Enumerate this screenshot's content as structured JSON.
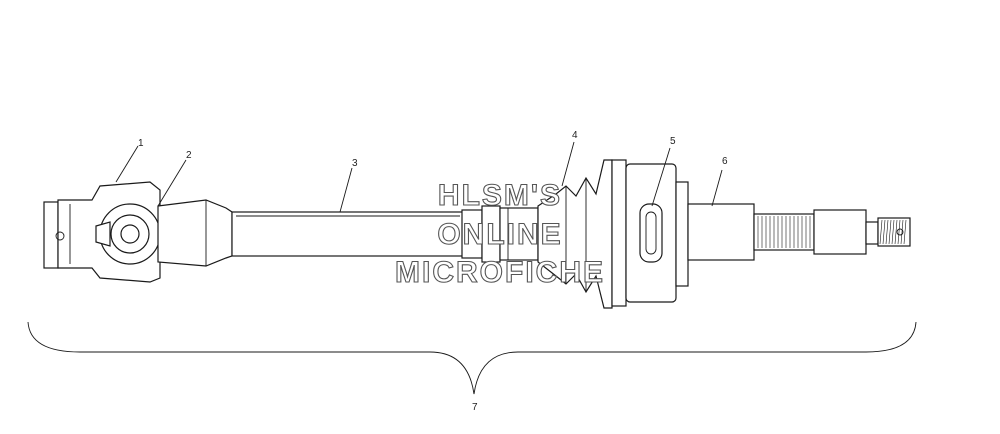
{
  "callouts": {
    "c1": "1",
    "c2": "2",
    "c3": "3",
    "c4": "4",
    "c5": "5",
    "c6": "6",
    "c7": "7"
  },
  "watermark": {
    "line1": "HLSM'S",
    "line2": "ONLINE",
    "line3": "MICROFICHE"
  },
  "colors": {
    "line": "#1a1a1a",
    "watermark_stroke": "#555555"
  }
}
